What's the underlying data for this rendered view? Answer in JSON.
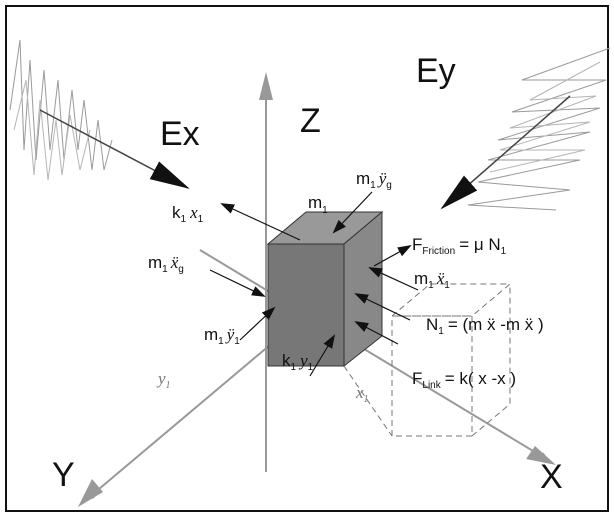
{
  "axes": {
    "x": "X",
    "y": "Y",
    "z": "Z"
  },
  "excitations": {
    "ex": "Ex",
    "ey": "Ey"
  },
  "mass": {
    "base": "m",
    "sub": "1"
  },
  "forces": {
    "friction": {
      "base": "F",
      "sub": "Friction",
      "rhs": "= μ N",
      "rhs_sub": "1"
    },
    "normal": {
      "lhs_base": "N",
      "lhs_sub": "1",
      "rhs": "= (m ẍ -m ẍ )"
    },
    "link": {
      "base": "F",
      "sub": "Link",
      "rhs": "= k( x -x )"
    },
    "spring_x": {
      "k": "k",
      "k_sub": "1",
      "var": "x",
      "var_sub": "1"
    },
    "spring_y": {
      "k": "k",
      "k_sub": "1",
      "var": "y",
      "var_sub": "1"
    },
    "inertia_xg": {
      "m": "m",
      "m_sub": "1",
      "acc": "ẍ",
      "acc_sub": "g"
    },
    "inertia_yg": {
      "m": "m",
      "m_sub": "1",
      "acc": "ÿ",
      "acc_sub": "g"
    },
    "inertia_x1": {
      "m": "m",
      "m_sub": "1",
      "acc": "ẍ",
      "acc_sub": "1"
    },
    "inertia_y1": {
      "m": "m",
      "m_sub": "1",
      "acc": "ÿ",
      "acc_sub": "1"
    }
  },
  "displacements": {
    "x": "x",
    "x_sub": "1",
    "y": "y",
    "y_sub": "1"
  },
  "colors": {
    "border": "#111111",
    "axis": "#999999",
    "block_front": "#777777",
    "block_side": "#888888",
    "block_top": "#999999",
    "signal": "#9a9a9a"
  }
}
